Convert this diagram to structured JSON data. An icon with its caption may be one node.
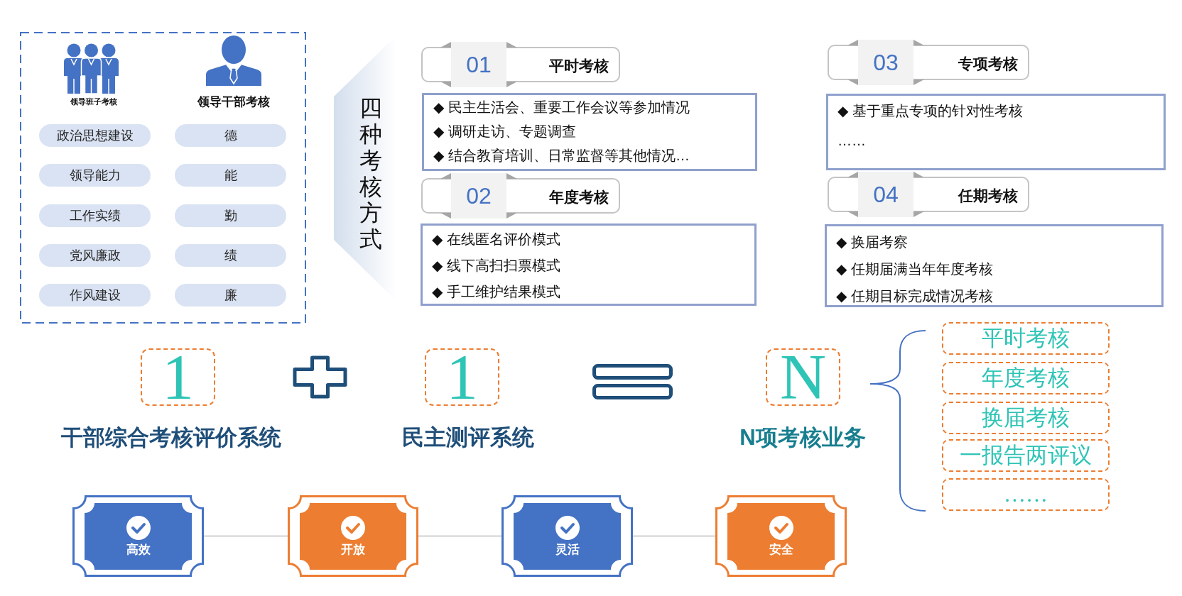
{
  "diagram": {
    "nodes": [
      {
        "text": [],
        "shape": "box"
      },
      {
        "text": [
          "政治思想建设"
        ],
        "in": 0
      },
      {
        "text": [
          "德"
        ],
        "in": 0
      },
      {
        "text": [
          "领导能力"
        ],
        "in": 0
      },
      {
        "text": [
          "能"
        ],
        "in": 0
      },
      {
        "text": [
          "工作实绩"
        ],
        "in": 0
      },
      {
        "text": [
          "勤"
        ],
        "in": 0
      },
      {
        "text": [
          "党风廉政"
        ],
        "in": 0
      },
      {
        "text": [
          "绩"
        ],
        "in": 0
      },
      {
        "text": [
          "作风建设"
        ],
        "in": 0
      },
      {
        "text": [
          "廉"
        ],
        "in": 0
      },
      {
        "text": [
          "四种考核方式"
        ]
      },
      {
        "text": [
          "01",
          "平时考核"
        ]
      },
      {
        "text": [
          "◆ 民主生活会、重要工作会议等参加情况",
          "◆ 调研走访、专题调查",
          "◆ 结合教育培训、日常监督等其他情况…"
        ]
      },
      {
        "text": [
          "02",
          "年度考核"
        ]
      },
      {
        "text": [
          "◆ 在线匿名评价模式",
          "◆ 线下高扫扫票模式",
          "◆ 手工维护结果模式"
        ]
      },
      {
        "text": [
          "03",
          "专项考核"
        ]
      },
      {
        "text": [
          "◆ 基于重点专项的针对性考核",
          "……"
        ]
      },
      {
        "text": [
          "04",
          "任期考核"
        ]
      },
      {
        "text": [
          "◆ 换届考察",
          "◆ 任期届满当年年度考核",
          "◆ 任期目标完成情况考核"
        ]
      },
      {
        "text": [
          "1",
          "干部综合考核评价系统"
        ]
      },
      {
        "text": [
          "1",
          "民主测评系统"
        ]
      },
      {
        "text": [
          "N",
          "N项考核业务"
        ]
      },
      {
        "text": [
          "平时考核"
        ]
      },
      {
        "text": [
          "年度考核"
        ]
      },
      {
        "text": [
          "换届考核"
        ]
      },
      {
        "text": [
          "一报告两评议"
        ]
      },
      {
        "text": [
          "……"
        ]
      },
      {
        "text": [
          "高效"
        ]
      },
      {
        "text": [
          "开放"
        ]
      },
      {
        "text": [
          "灵活"
        ]
      },
      {
        "text": [
          "安全"
        ]
      }
    ],
    "edges": [
      {
        "from": 28,
        "to": 29,
        "arrow": "none"
      },
      {
        "from": 29,
        "to": 30,
        "arrow": "none"
      },
      {
        "from": 30,
        "to": 31,
        "arrow": "none"
      }
    ],
    "labels": [
      "领导班子考核",
      "领导干部考核"
    ]
  }
}
